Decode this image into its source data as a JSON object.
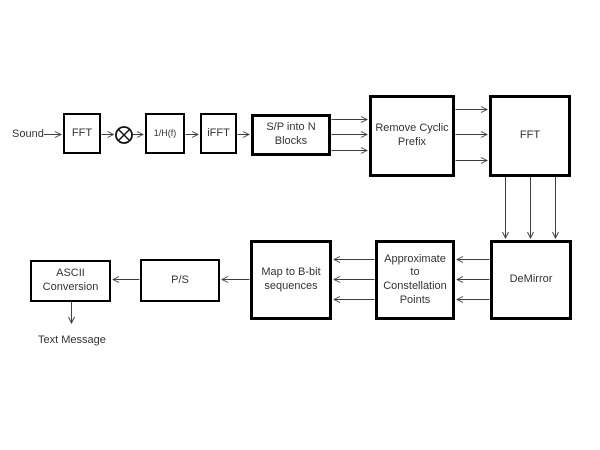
{
  "diagram": {
    "source_label": "Sound",
    "output_label": "Text Message",
    "blocks": {
      "fft1": {
        "label": "FFT"
      },
      "inverse_channel": {
        "label": "1/H(f)"
      },
      "ifft": {
        "label": "iFFT"
      },
      "serial_to_parallel": {
        "label": "S/P into N\nBlocks"
      },
      "remove_cyclic_prefix": {
        "label": "Remove Cyclic\nPrefix"
      },
      "fft2": {
        "label": "FFT"
      },
      "demirror": {
        "label": "DeMirror"
      },
      "approximate": {
        "label": "Approximate\nto\nConstellation\nPoints"
      },
      "map_bbit": {
        "label": "Map to B-bit\nsequences"
      },
      "parallel_to_serial": {
        "label": "P/S"
      },
      "ascii_conversion": {
        "label": "ASCII\nConversion"
      }
    },
    "icons": {
      "multiplier": "circle-x-multiplier"
    },
    "colors": {
      "border": "#000000",
      "line": "#404040",
      "text": "#333333",
      "background": "#ffffff"
    }
  }
}
